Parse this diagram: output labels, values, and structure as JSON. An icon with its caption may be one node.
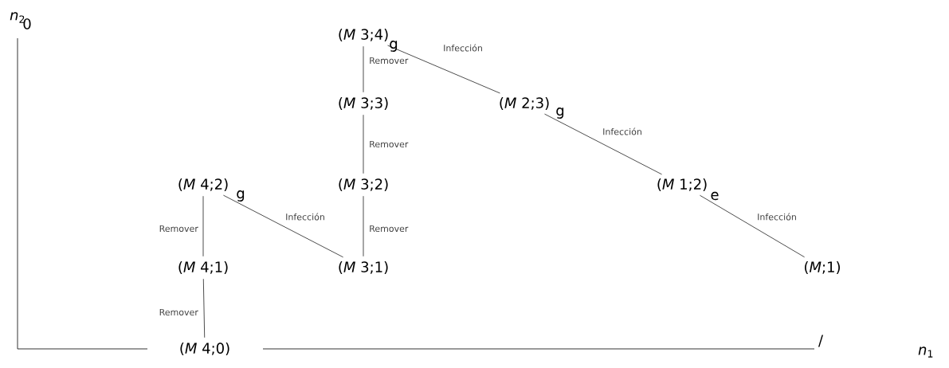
{
  "diagram": {
    "nodes": [
      {
        "text": [
          "(*M* 3;4)"
        ]
      },
      {
        "text": [
          "(*M* 3;3)"
        ]
      },
      {
        "text": [
          "(*M* 2;3)"
        ]
      },
      {
        "text": [
          "(*M* 4;2)"
        ]
      },
      {
        "text": [
          "(*M* 3;2)"
        ]
      },
      {
        "text": [
          "(*M* 1;2)"
        ]
      },
      {
        "text": [
          "(*M* 4;1)"
        ]
      },
      {
        "text": [
          "(*M* 3;1)"
        ]
      },
      {
        "text": [
          "(*M*;1)"
        ]
      },
      {
        "text": [
          "(*M* 4;0)"
        ]
      }
    ],
    "edges": [
      {
        "from": 0,
        "to": 1,
        "arrow": "none",
        "label": "Remover"
      },
      {
        "from": 0,
        "to": 2,
        "arrow": "none",
        "label": "Infección"
      },
      {
        "from": 1,
        "to": 4,
        "arrow": "none",
        "label": "Remover"
      },
      {
        "from": 2,
        "to": 5,
        "arrow": "none",
        "label": "Infección"
      },
      {
        "from": 3,
        "to": 6,
        "arrow": "none",
        "label": "Remover"
      },
      {
        "from": 3,
        "to": 7,
        "arrow": "none",
        "label": "Infección"
      },
      {
        "from": 4,
        "to": 7,
        "arrow": "none",
        "label": "Remover"
      },
      {
        "from": 5,
        "to": 8,
        "arrow": "none",
        "label": "Infección"
      },
      {
        "from": 6,
        "to": 9,
        "arrow": "none",
        "label": "Remover"
      }
    ],
    "labels": [
      "*n*$_{2}$",
      "0",
      "g",
      "g",
      "g",
      "e",
      "/",
      "*n*$_{1}$"
    ]
  }
}
